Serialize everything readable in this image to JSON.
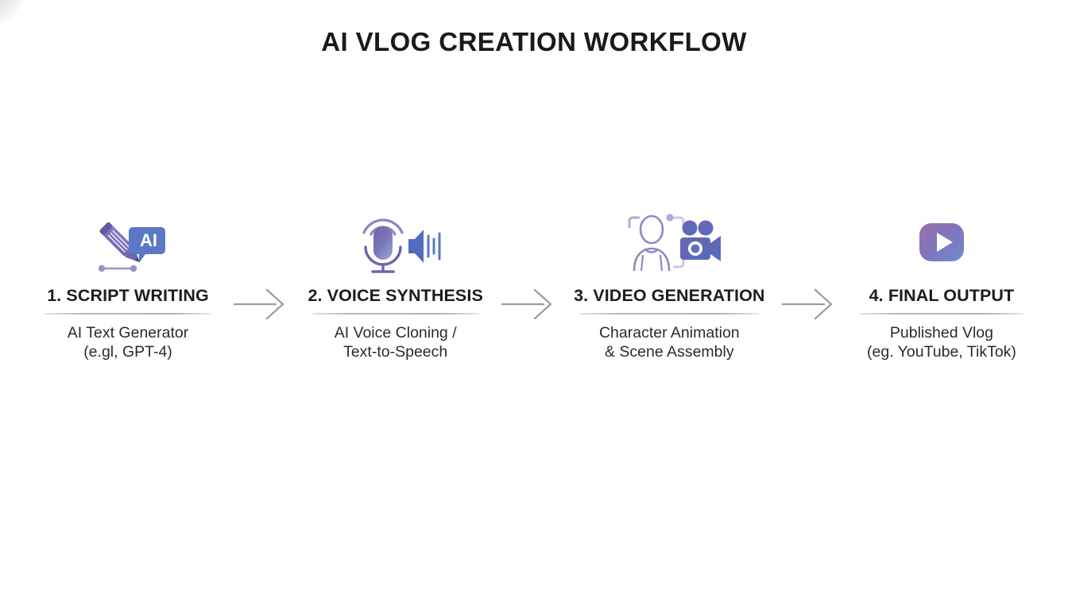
{
  "slide": {
    "title": "AI VLOG CREATION WORKFLOW",
    "background_color": "#ffffff",
    "title_color": "#1a1a1a",
    "divider_color": "#b3b3b8",
    "arrow_color": "#9a9aa4",
    "accent_purple": "#7b6fb0",
    "accent_blue": "#5a78c4"
  },
  "steps": [
    {
      "title": "1. SCRIPT WRITING",
      "description": "AI Text Generator\n(e.gl, GPT-4)",
      "icon": "pencil-ai-chat-icon"
    },
    {
      "title": "2. VOICE SYNTHESIS",
      "description": "AI Voice Cloning /\nText-to-Speech",
      "icon": "microphone-speaker-icon"
    },
    {
      "title": "3. VIDEO GENERATION",
      "description": "Character Animation\n& Scene Assembly",
      "icon": "character-video-camera-icon"
    },
    {
      "title": "4. FINAL OUTPUT",
      "description": "Published Vlog\n(eg. YouTube, TikTok)",
      "icon": "play-button-icon"
    }
  ],
  "arrows": [
    {
      "name": "arrow-step1-to-step2"
    },
    {
      "name": "arrow-step2-to-step3"
    },
    {
      "name": "arrow-step3-to-step4"
    }
  ],
  "icon_text": {
    "ai_bubble_label": "AI"
  }
}
